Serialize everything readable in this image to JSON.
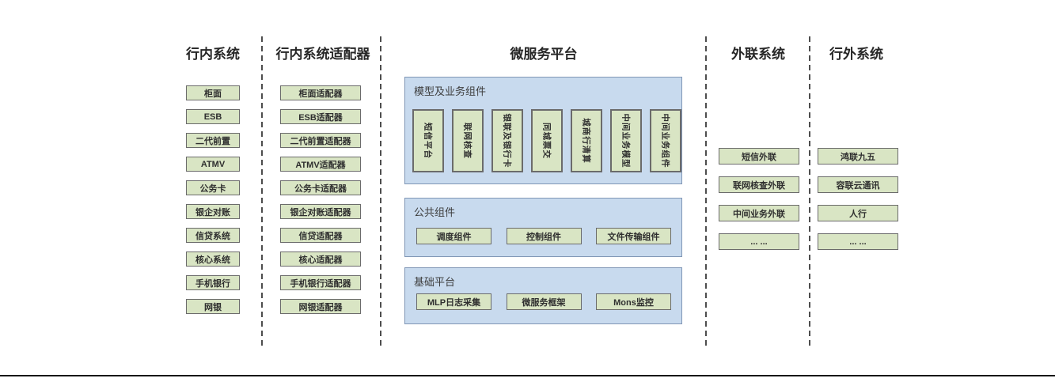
{
  "colors": {
    "box_fill": "#d9e5c4",
    "box_border": "#6b6b6b",
    "panel_fill": "#c8daee",
    "panel_border": "#8096b5",
    "header_text": "#262626",
    "box_text": "#2f2f2f",
    "label_text": "#3d3d3d",
    "divider": "#4d4d4d",
    "rule": "#111111"
  },
  "columns": {
    "internal": {
      "header": "行内系统",
      "items": [
        "柜面",
        "ESB",
        "二代前置",
        "ATMV",
        "公务卡",
        "银企对账",
        "信贷系统",
        "核心系统",
        "手机银行",
        "网银"
      ]
    },
    "adapters": {
      "header": "行内系统适配器",
      "items": [
        "柜面适配器",
        "ESB适配器",
        "二代前置适配器",
        "ATMV适配器",
        "公务卡适配器",
        "银企对账适配器",
        "信贷适配器",
        "核心适配器",
        "手机银行适配器",
        "网银适配器"
      ]
    },
    "platform": {
      "header": "微服务平台",
      "panels": [
        {
          "label": "模型及业务组件",
          "items": [
            "短信平台",
            "联网核查",
            "银联及银行卡",
            "同城票交",
            "城商行清算",
            "中间业务模型",
            "中间业务组件"
          ]
        },
        {
          "label": "公共组件",
          "items": [
            "调度组件",
            "控制组件",
            "文件传输组件"
          ]
        },
        {
          "label": "基础平台",
          "items": [
            "MLP日志采集",
            "微服务框架",
            "Mons监控"
          ]
        }
      ]
    },
    "outreach": {
      "header": "外联系统",
      "items": [
        "短信外联",
        "联网核查外联",
        "中间业务外联",
        "... ..."
      ]
    },
    "external": {
      "header": "行外系统",
      "items": [
        "鸿联九五",
        "容联云通讯",
        "人行",
        "... ..."
      ]
    }
  }
}
